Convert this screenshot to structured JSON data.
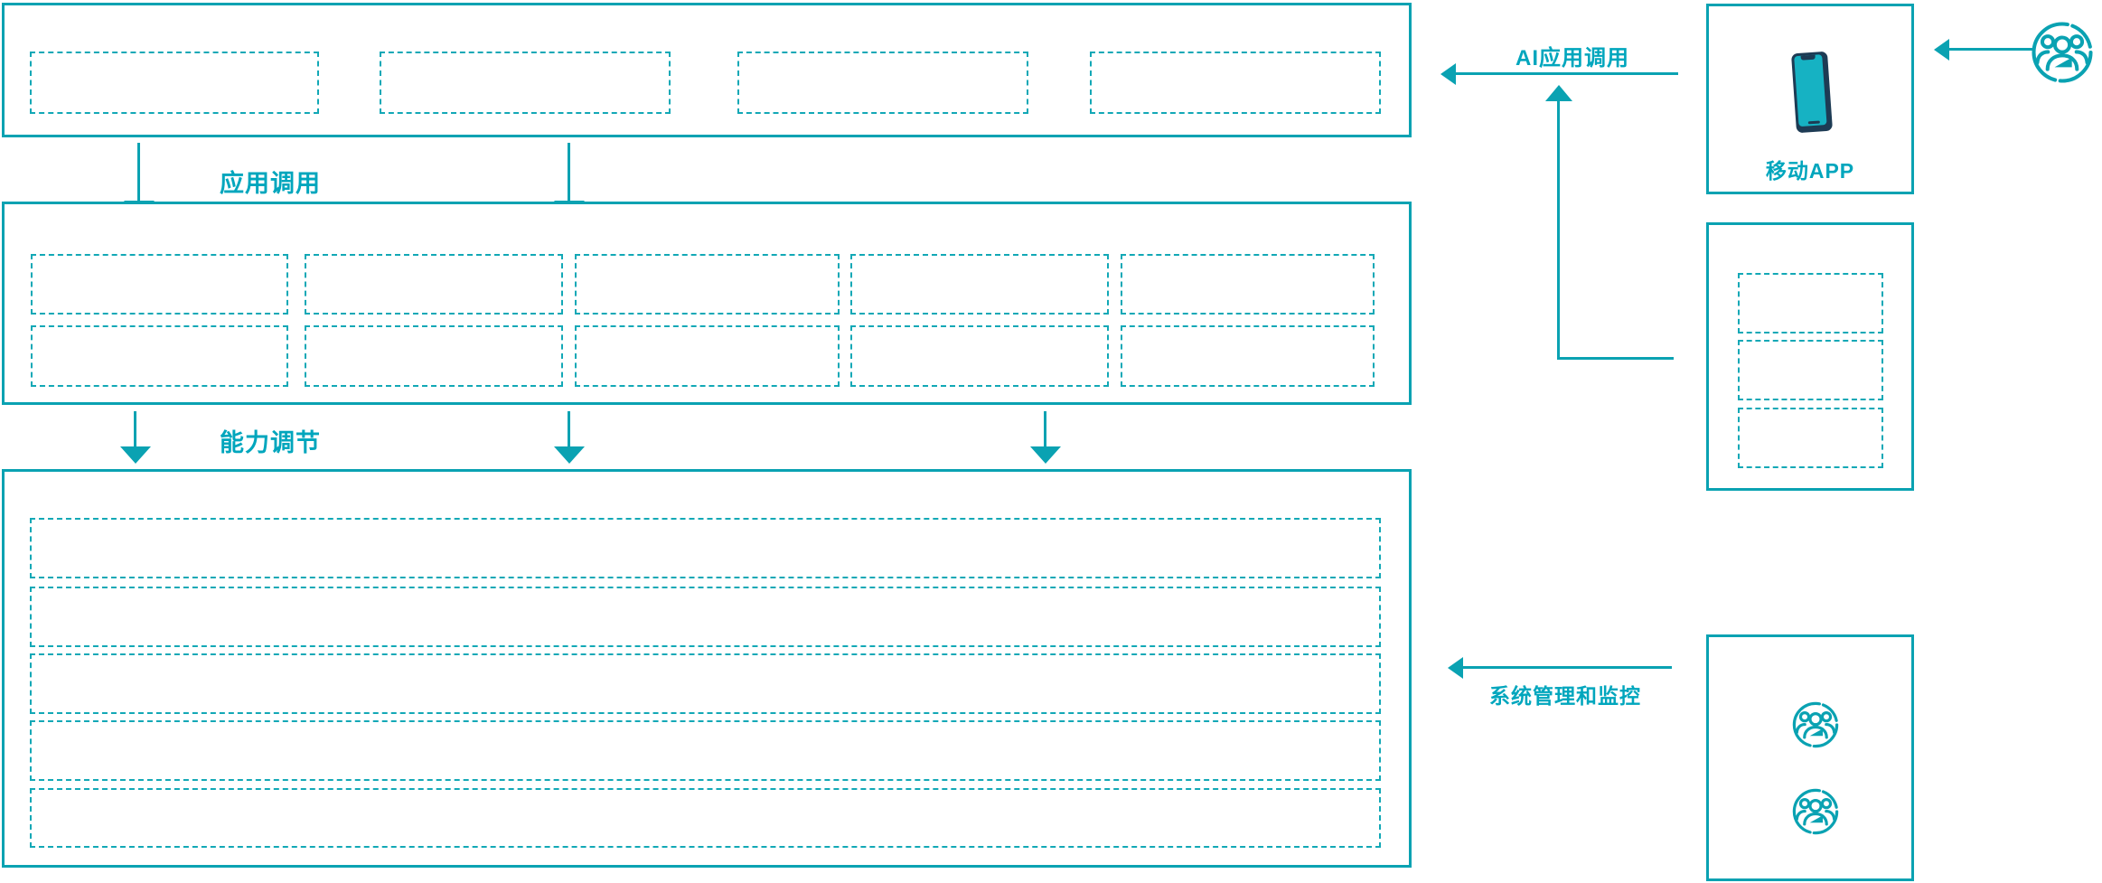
{
  "colors": {
    "accent_teal": "#0aa2b2",
    "dashed_teal": "#12a8b6",
    "label_teal": "#00a6bd",
    "phone_frame_navy": "#1d3b54",
    "phone_screen_teal": "#16b2c3"
  },
  "labels": {
    "app_call": "应用调用",
    "capability_adjust": "能力调节",
    "ai_app_call": "AI应用调用",
    "mobile_app": "移动APP",
    "system_monitor": "系统管理和监控"
  },
  "structure": {
    "top_layer_placeholders": 4,
    "middle_layer_grid": {
      "rows": 2,
      "cols": 5
    },
    "bottom_layer_rows": 5,
    "right_panel_placeholders": 3,
    "admin_panel_user_icons": 2
  },
  "icons": {
    "phone": "mobile-phone-icon",
    "users": "user-group-icon"
  }
}
